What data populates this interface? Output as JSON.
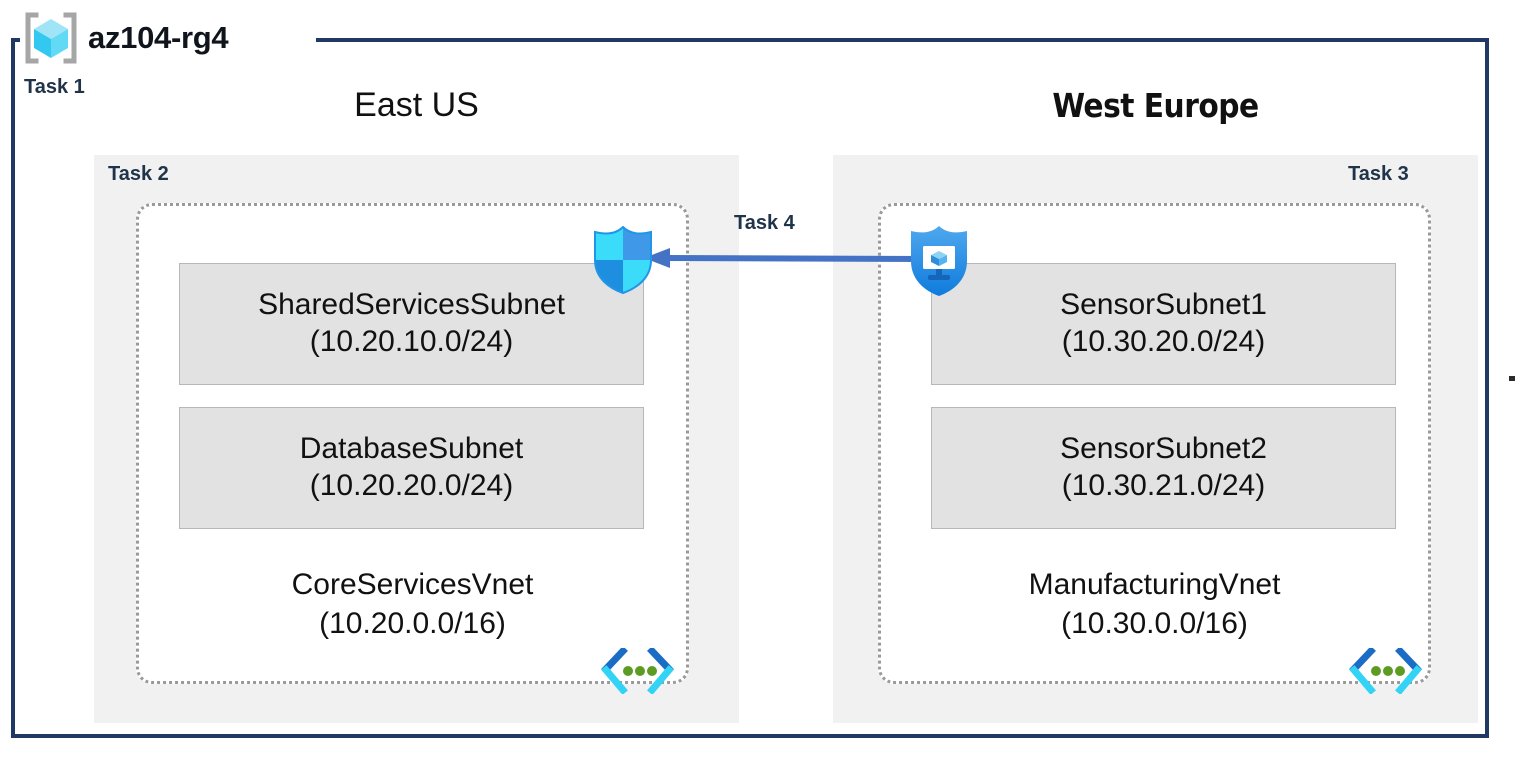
{
  "diagram": {
    "resource_group": {
      "name": "az104-rg4",
      "icon": "resource-group-cube-icon",
      "border_color": "#1F3864"
    },
    "task_labels": {
      "task1": "Task 1",
      "task2": "Task 2",
      "task3": "Task 3",
      "task4": "Task 4",
      "color": "#1F3349"
    },
    "regions": [
      {
        "id": "east-us",
        "title": "East US",
        "task": "Task 2",
        "fill": "#F1F1F1",
        "vnet": {
          "name": "CoreServicesVnet",
          "cidr": "(10.20.0.0/16)",
          "icon": "virtual-network-icon",
          "subnets": [
            {
              "name": "SharedServicesSubnet",
              "cidr": "(10.20.10.0/24)"
            },
            {
              "name": "DatabaseSubnet",
              "cidr": "(10.20.20.0/24)"
            }
          ]
        }
      },
      {
        "id": "west-europe",
        "title": "West Europe",
        "task": "Task 3",
        "fill": "#F1F1F1",
        "vnet": {
          "name": "ManufacturingVnet",
          "cidr": "(10.30.0.0/16)",
          "icon": "virtual-network-icon",
          "subnets": [
            {
              "name": "SensorSubnet1",
              "cidr": "(10.30.20.0/24)"
            },
            {
              "name": "SensorSubnet2",
              "cidr": "(10.30.21.0/24)"
            }
          ]
        }
      }
    ],
    "icons": {
      "nsg_shield": "network-security-group-shield-icon",
      "vm_shield": "virtual-machine-shield-icon",
      "vnet": "virtual-network-icon",
      "resource_group": "resource-group-cube-icon"
    },
    "connection": {
      "label": "Task 4",
      "direction": "west-europe-to-east-us",
      "style": "single-headed-arrow",
      "color": "#4472C4"
    },
    "colors": {
      "frame": "#1F3864",
      "region_fill": "#F1F1F1",
      "subnet_fill": "#E2E2E2",
      "subnet_border": "#B7B7B7",
      "vnet_border": "#9A9A9A",
      "arrow": "#4472C4",
      "task_text": "#1F3349",
      "shield_cyan": "#32D3F5",
      "shield_blue": "#0078D4",
      "vnet_green": "#5E9B23"
    }
  }
}
